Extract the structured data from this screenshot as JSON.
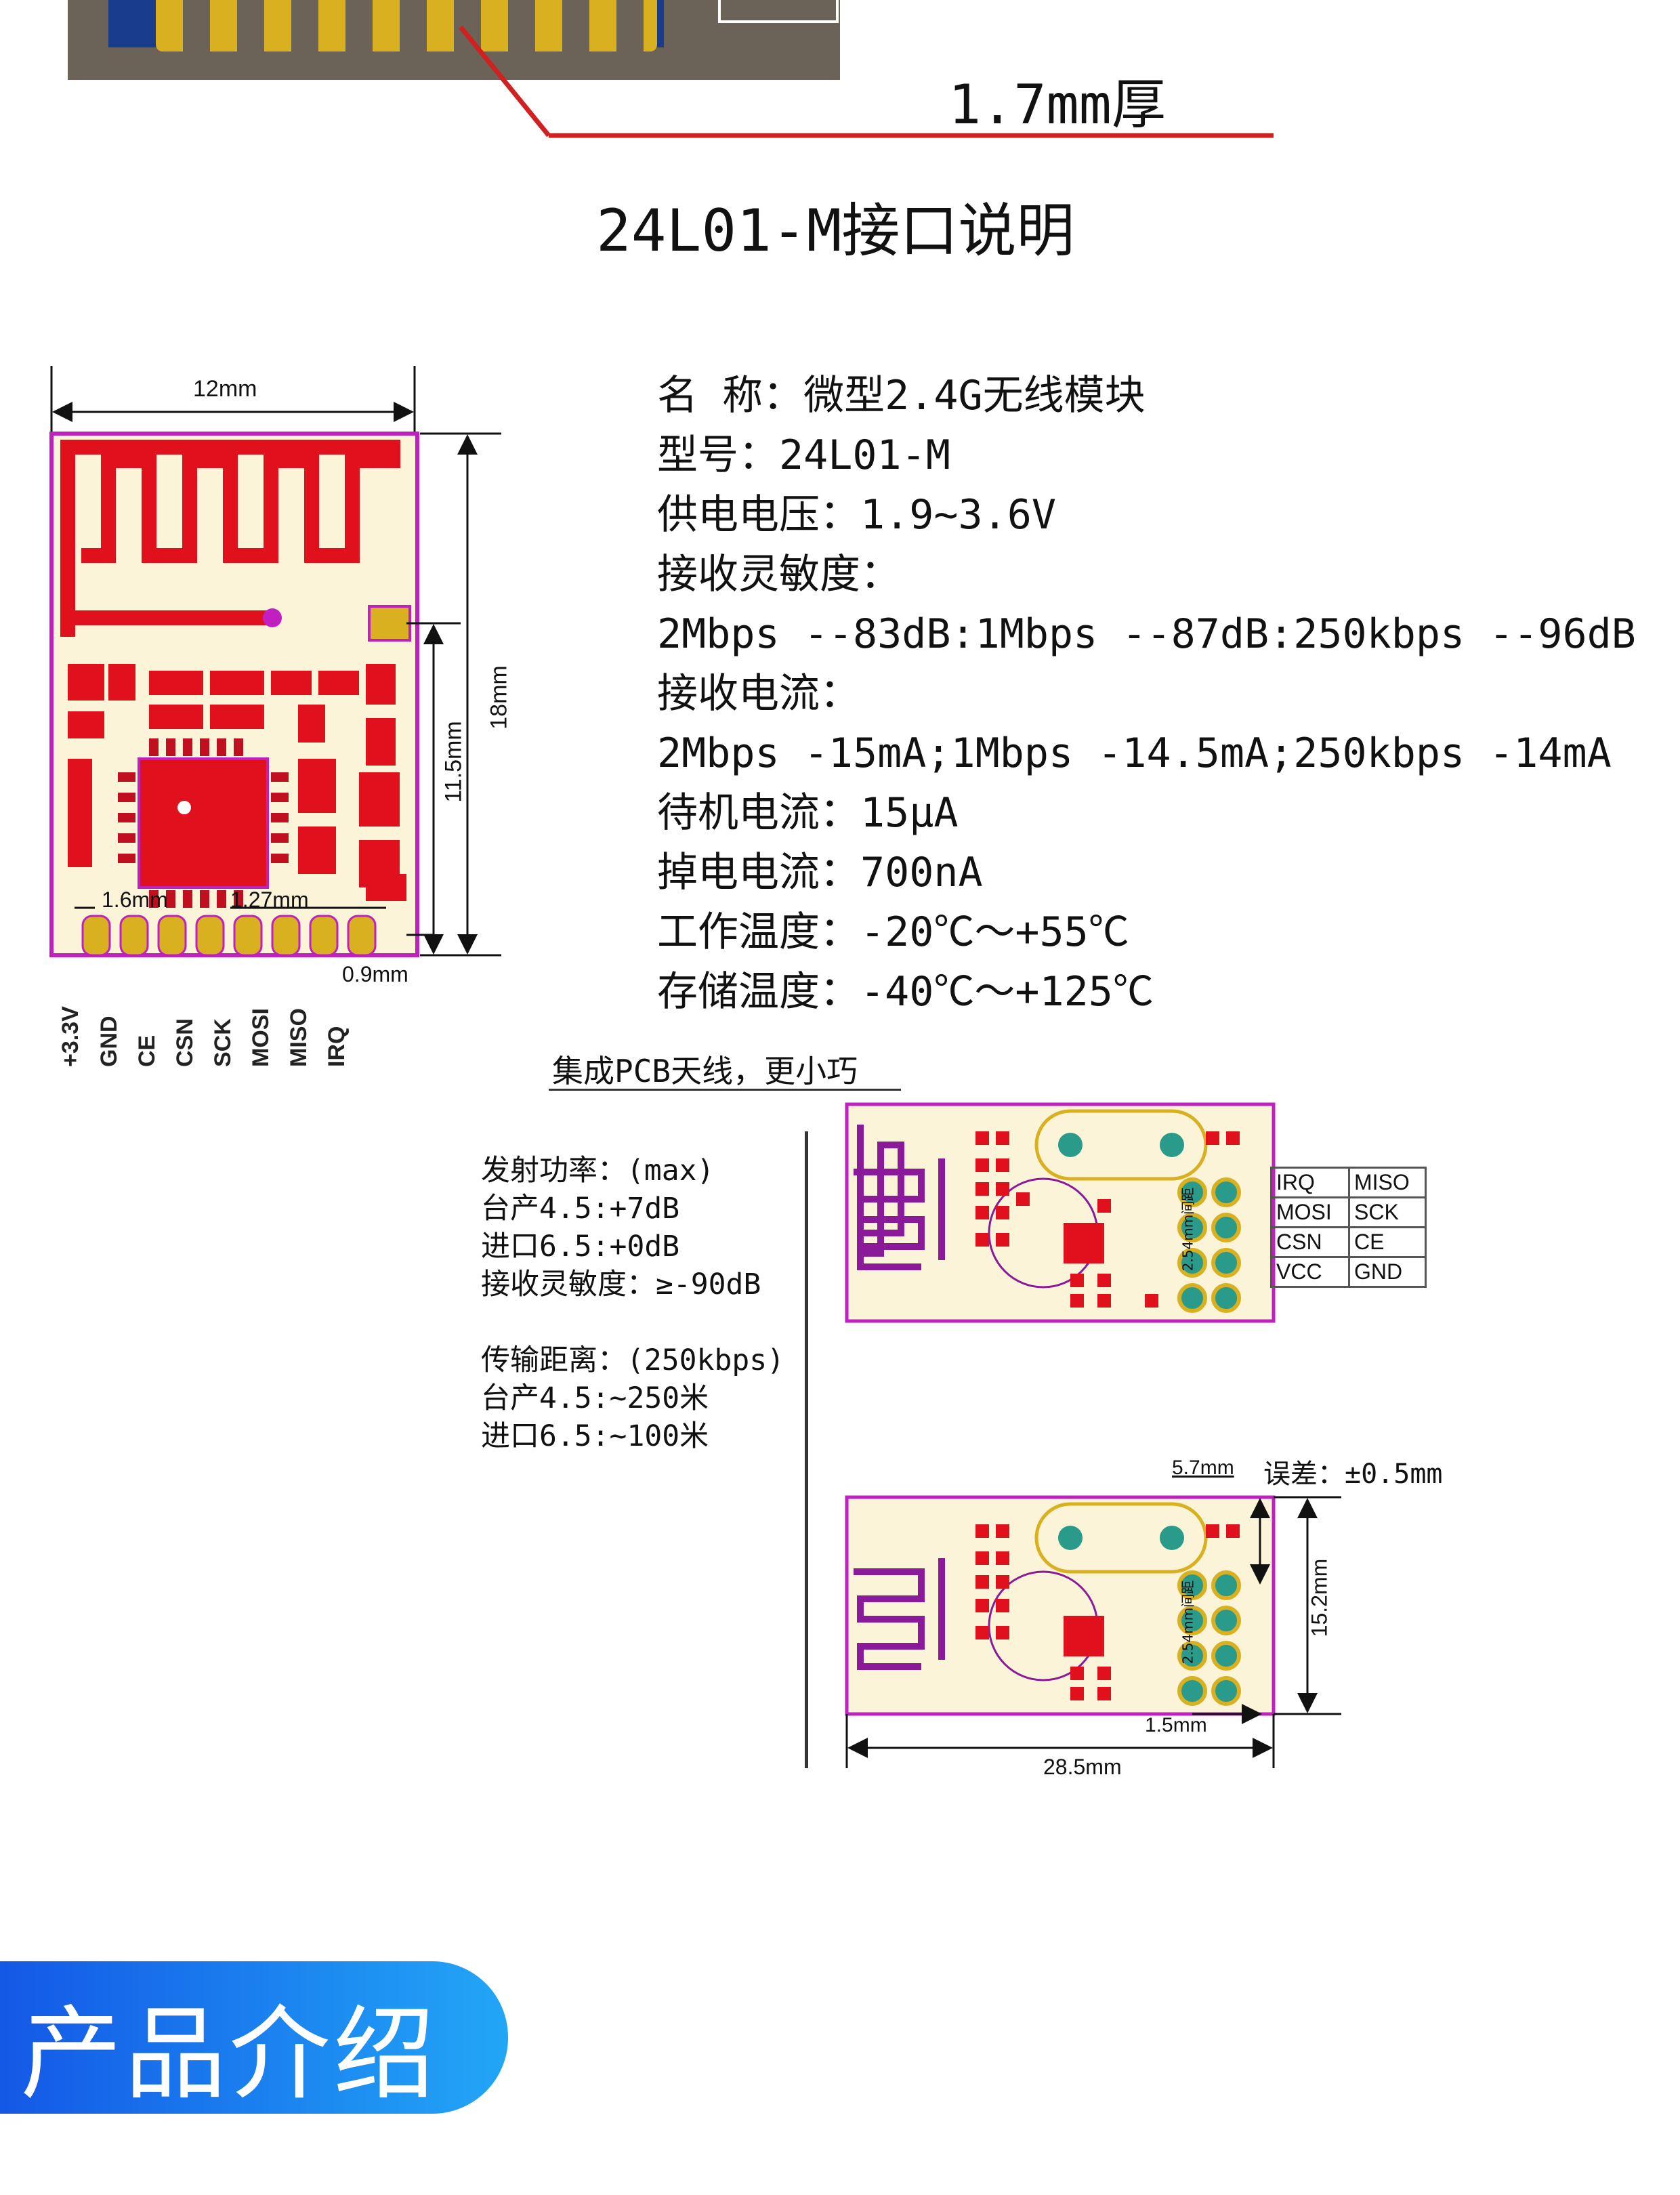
{
  "top": {
    "thickness_label": "1.7mm厚",
    "section_title": "24L01-M接口说明"
  },
  "module_drawing": {
    "width_label": "12mm",
    "height_label": "18mm",
    "inner_height_label": "11.5mm",
    "pad_offset_label": "1.6mm",
    "pitch_label": "1.27mm",
    "bottom_gap_label": "0.9mm",
    "pins": [
      "+3.3V",
      "GND",
      "CE",
      "CSN",
      "SCK",
      "MOSI",
      "MISO",
      "IRQ"
    ]
  },
  "specs": [
    "名 称：微型2.4G无线模块",
    "型号：24L01-M",
    "供电电压：1.9~3.6V",
    "接收灵敏度：",
    "2Mbps --83dB:1Mbps --87dB:250kbps --96dB",
    "接收电流：",
    "2Mbps -15mA;1Mbps -14.5mA;250kbps -14mA",
    "待机电流：15μA",
    "掉电电流：700nA",
    "工作温度：-20℃～+55℃",
    "存储温度：-40℃～+125℃"
  ],
  "comparison": {
    "heading": "集成PCB天线，更小巧",
    "power": [
      "发射功率：(max)",
      "台产4.5:+7dB",
      "进口6.5:+0dB",
      "接收灵敏度：≥-90dB"
    ],
    "distance": [
      "传输距离：(250kbps)",
      "台产4.5:~250米",
      "进口6.5:~100米"
    ],
    "pin_table": [
      [
        "IRQ",
        "MISO"
      ],
      [
        "MOSI",
        "SCK"
      ],
      [
        "CSN",
        "CE"
      ],
      [
        "VCC",
        "GND"
      ]
    ],
    "pitch_note": "2.54mm间距",
    "dim_5_7": "5.7mm",
    "tolerance": "误差：±0.5mm",
    "dim_15_2": "15.2mm",
    "dim_1_5": "1.5mm",
    "dim_28_5": "28.5mm"
  },
  "banner": {
    "title": "产品介绍"
  },
  "colors": {
    "pcb_magenta": "#c020c0",
    "pad_red": "#e0101c",
    "banner_blue": "#1a7ff0",
    "dim_line_red": "#d02020"
  }
}
